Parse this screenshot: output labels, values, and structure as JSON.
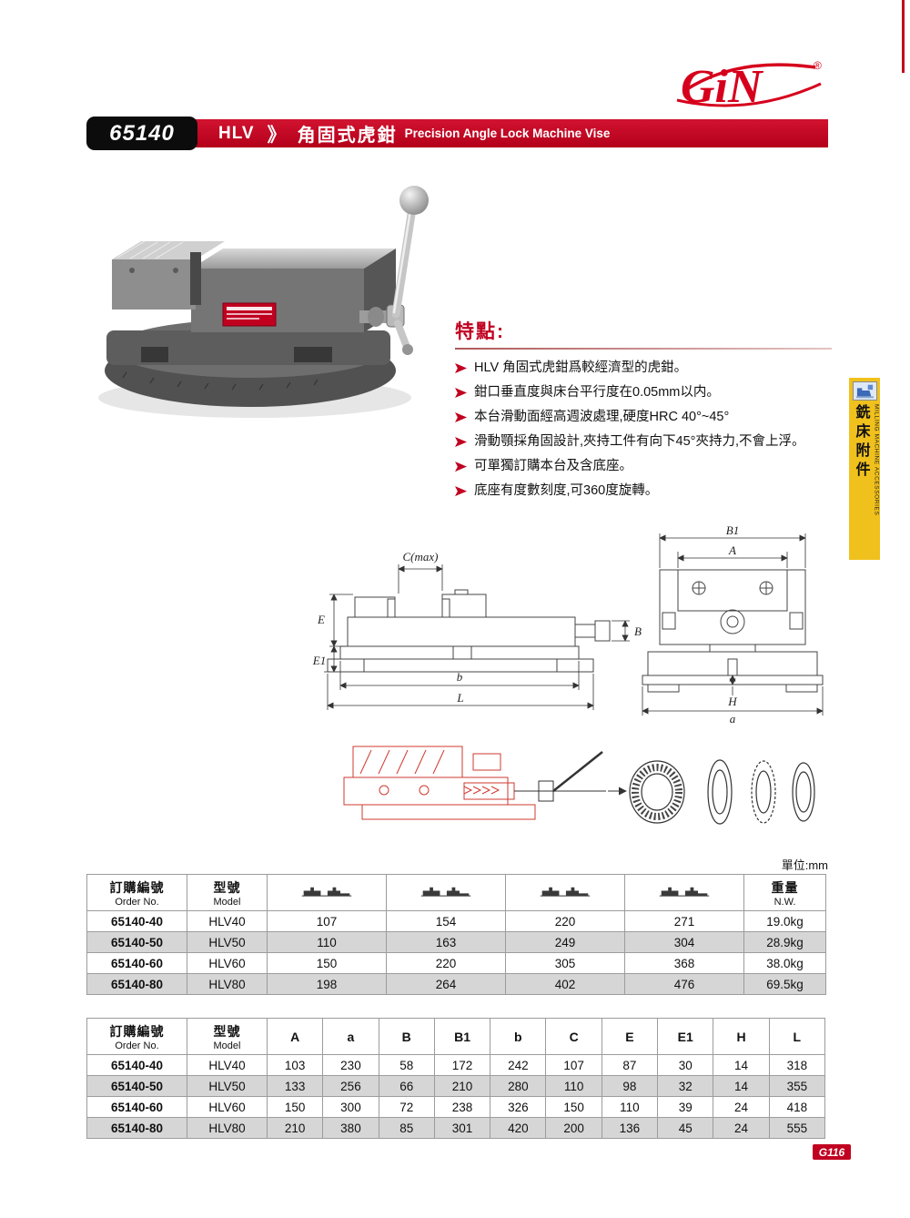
{
  "brand": {
    "name": "GiN",
    "reg": "®"
  },
  "header": {
    "order_no": "65140",
    "series": "HLV",
    "chevron": "》",
    "title_zh": "角固式虎鉗",
    "title_en": "Precision Angle Lock Machine Vise"
  },
  "features": {
    "heading": "特點:",
    "items": [
      "HLV 角固式虎鉗爲較經濟型的虎鉗。",
      "鉗口垂直度與床台平行度在0.05mm以内。",
      "本台滑動面經高週波處理,硬度HRC 40°~45°",
      "滑動顎採角固設計,夾持工件有向下45°夾持力,不會上浮。",
      "可單獨訂購本台及含底座。",
      "底座有度數刻度,可360度旋轉。"
    ]
  },
  "side_tab": {
    "zh": "銑床附件",
    "en": "MILLING MACHINE ACCESSORIES"
  },
  "diagram": {
    "side": {
      "cmax": "C(max)",
      "e": "E",
      "e1": "E1",
      "b": "b",
      "l": "L",
      "bdim": "B"
    },
    "front": {
      "b1": "B1",
      "a_top": "A",
      "h": "H",
      "a_bot": "a"
    }
  },
  "unit_note": "單位:mm",
  "table1": {
    "headers": {
      "order_zh": "訂購編號",
      "order_en": "Order No.",
      "model_zh": "型號",
      "model_en": "Model",
      "weight_zh": "重量",
      "weight_en": "N.W."
    },
    "rows": [
      [
        "65140-40",
        "HLV40",
        "107",
        "154",
        "220",
        "271",
        "19.0kg"
      ],
      [
        "65140-50",
        "HLV50",
        "110",
        "163",
        "249",
        "304",
        "28.9kg"
      ],
      [
        "65140-60",
        "HLV60",
        "150",
        "220",
        "305",
        "368",
        "38.0kg"
      ],
      [
        "65140-80",
        "HLV80",
        "198",
        "264",
        "402",
        "476",
        "69.5kg"
      ]
    ]
  },
  "table2": {
    "headers": {
      "order_zh": "訂購編號",
      "order_en": "Order No.",
      "model_zh": "型號",
      "model_en": "Model",
      "dims": [
        "A",
        "a",
        "B",
        "B1",
        "b",
        "C",
        "E",
        "E1",
        "H",
        "L"
      ]
    },
    "rows": [
      [
        "65140-40",
        "HLV40",
        "103",
        "230",
        "58",
        "172",
        "242",
        "107",
        "87",
        "30",
        "14",
        "318"
      ],
      [
        "65140-50",
        "HLV50",
        "133",
        "256",
        "66",
        "210",
        "280",
        "110",
        "98",
        "32",
        "14",
        "355"
      ],
      [
        "65140-60",
        "HLV60",
        "150",
        "300",
        "72",
        "238",
        "326",
        "150",
        "110",
        "39",
        "24",
        "418"
      ],
      [
        "65140-80",
        "HLV80",
        "210",
        "380",
        "85",
        "301",
        "420",
        "200",
        "136",
        "45",
        "24",
        "555"
      ]
    ]
  },
  "footer": {
    "page_no": "G116"
  }
}
